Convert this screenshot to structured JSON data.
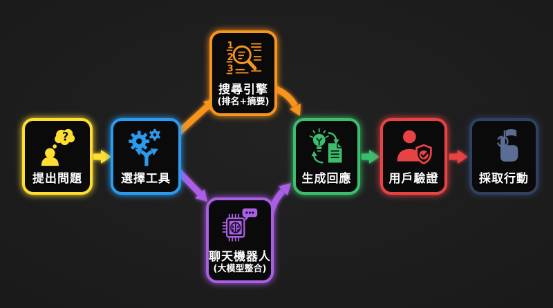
{
  "diagram": {
    "type": "flowchart",
    "background_color": "#1a1a1a",
    "box_background": "#0a0a0a",
    "text_color": "#ffffff"
  },
  "nodes": [
    {
      "id": "ask-question",
      "label": "提出問題",
      "color": "#FFDE33",
      "icon": "person-thinking-icon"
    },
    {
      "id": "choose-tools",
      "label": "選擇工具",
      "color": "#2B9BF0",
      "icon": "gears-branch-arrow-icon"
    },
    {
      "id": "search-engine",
      "label": "搜尋引擎",
      "sublabel": "(排名+摘要)",
      "color": "#F7941D",
      "icon": "ranked-list-magnifier-icon"
    },
    {
      "id": "chatbot",
      "label": "聊天機器人",
      "sublabel": "(大模型整合)",
      "color": "#AB5FE6",
      "icon": "chip-brain-chat-icon"
    },
    {
      "id": "generate-response",
      "label": "生成回應",
      "color": "#3DBD6E",
      "icon": "bulb-document-cycle-icon"
    },
    {
      "id": "user-verification",
      "label": "用戶驗證",
      "color": "#E84343",
      "icon": "person-shield-check-icon"
    },
    {
      "id": "take-action",
      "label": "採取行動",
      "color": "#2F4060",
      "icon_color": "#5A6E93",
      "icon": "hand-press-flag-icon"
    }
  ],
  "arrows": [
    {
      "from": "ask-question",
      "to": "choose-tools",
      "color": "#FFDE33"
    },
    {
      "from": "choose-tools",
      "to": "search-engine",
      "color": "#F7941D"
    },
    {
      "from": "choose-tools",
      "to": "chatbot",
      "color": "#AB5FE6"
    },
    {
      "from": "search-engine",
      "to": "generate-response",
      "color": "#F7941D"
    },
    {
      "from": "chatbot",
      "to": "generate-response",
      "color": "#AB5FE6"
    },
    {
      "from": "generate-response",
      "to": "user-verification",
      "color": "#3DBD6E"
    },
    {
      "from": "user-verification",
      "to": "take-action",
      "color": "#E84343"
    }
  ]
}
